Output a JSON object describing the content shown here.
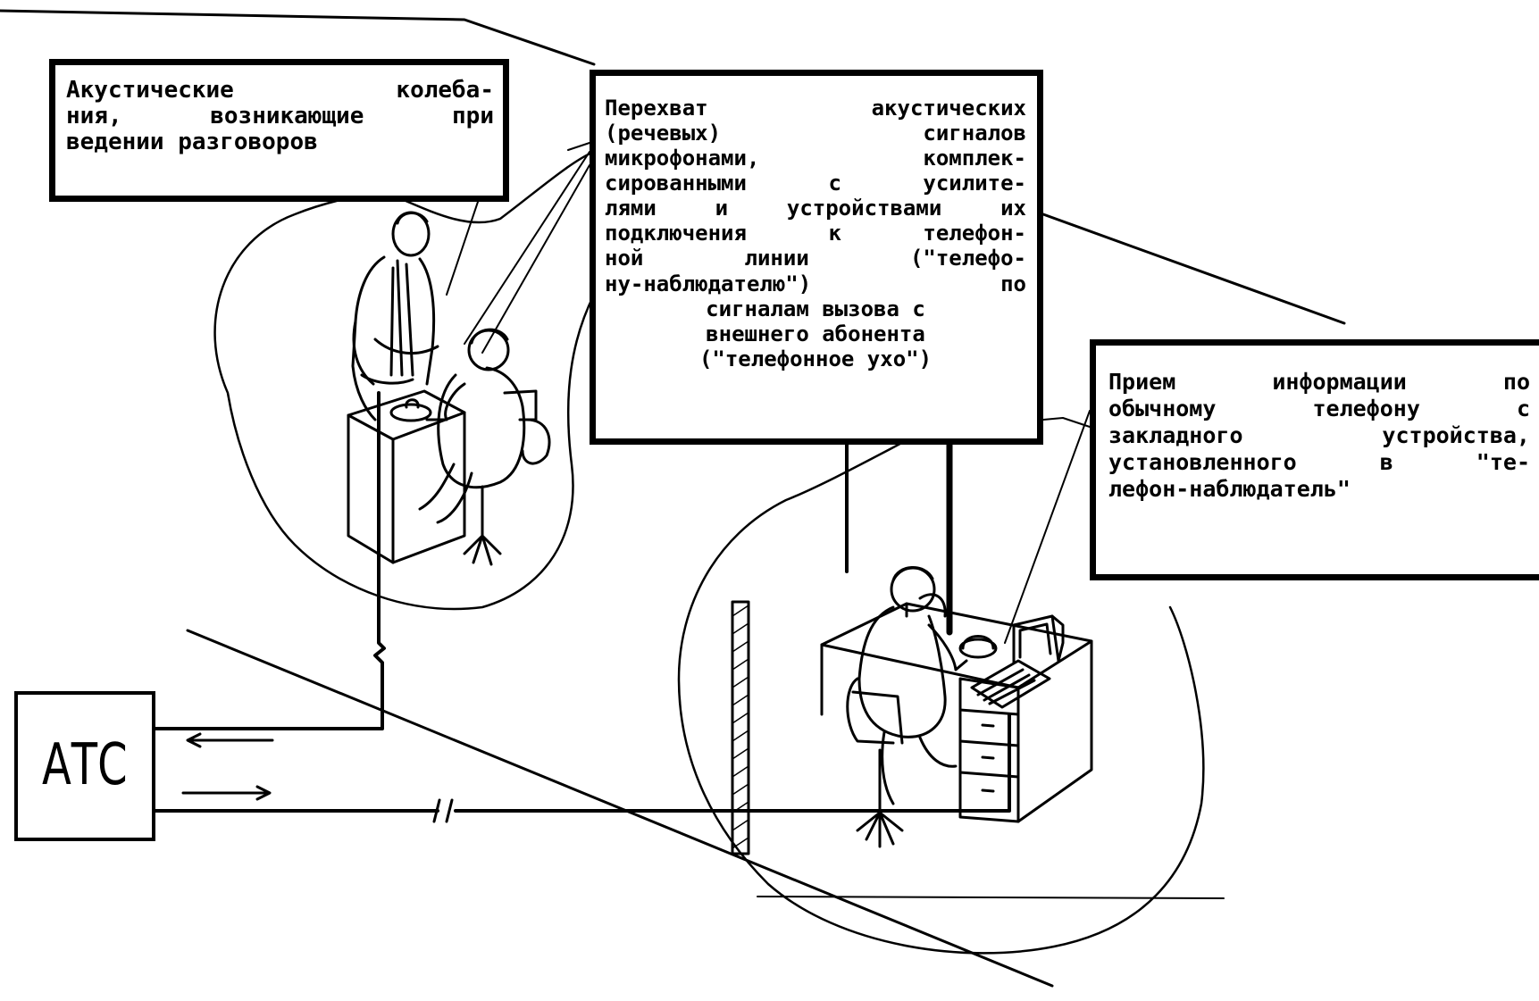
{
  "boxes": {
    "acoustic": {
      "lines": [
        "Акустические колеба-",
        "ния, возникающие при",
        "ведении разговоров"
      ]
    },
    "intercept": {
      "lines": [
        "Перехват акустических",
        "(речевых) сигналов",
        "микрофонами, комплек-",
        "сированными с усилите-",
        "лями и устройствами их",
        "подключения к телефон-",
        "ной линии (\"телефо-",
        "ну-наблюдателю\") по",
        "сигналам вызова с",
        "внешнего абонента",
        "(\"телефонное ухо\")"
      ]
    },
    "reception": {
      "lines": [
        "Прием информации по",
        "обычному телефону с",
        "закладного устройства,",
        "установленного в \"те-",
        "лефон-наблюдатель\""
      ]
    },
    "ats": {
      "label": "АТС"
    }
  },
  "colors": {
    "ink": "#000000",
    "paper": "#ffffff"
  }
}
